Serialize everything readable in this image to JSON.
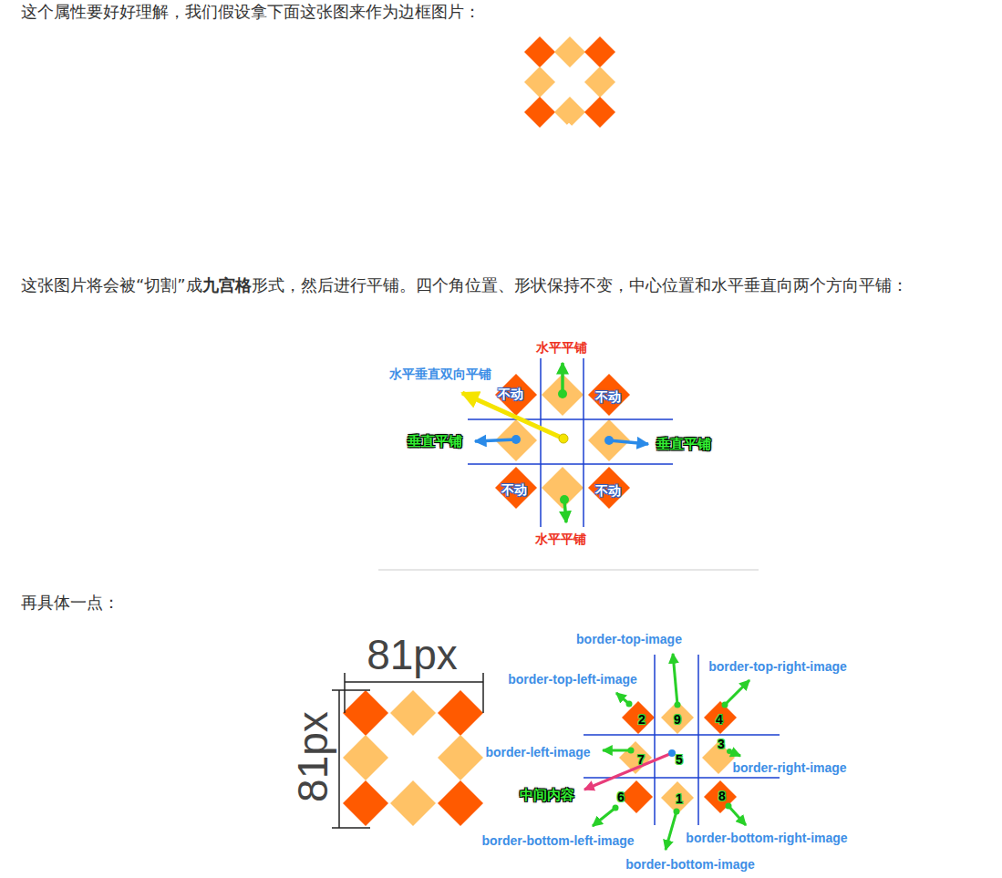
{
  "diagram": {
    "labels": [
      "这个属性要好好理解，我们假设拿下面这张图来作为边框图片：",
      "这张图片将会被“切割”成",
      "九宫格",
      "形式，然后进行平铺。四个角位置、形状保持不变，中心位置和水平垂直向两个方向平铺：",
      "水平平铺",
      "水平垂直双向平铺",
      "不动",
      "不动",
      "垂直平铺",
      "垂直平铺",
      "不动",
      "不动",
      "水平平铺",
      "再具体一点：",
      "81px",
      "81px",
      "border-top-image",
      "border-top-left-image",
      "border-top-right-image",
      "2",
      "9",
      "4",
      "3",
      "border-left-image",
      "7",
      "5",
      "border-right-image",
      "中间内容",
      "6",
      "1",
      "8",
      "border-bottom-left-image",
      "border-bottom-right-image",
      "border-bottom-image"
    ]
  }
}
